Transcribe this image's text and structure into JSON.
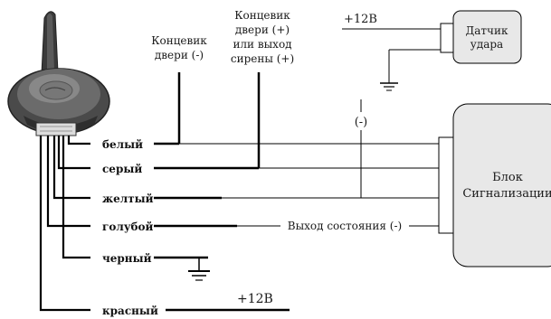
{
  "wires": [
    {
      "id": "white",
      "label": "белый"
    },
    {
      "id": "gray",
      "label": "серый"
    },
    {
      "id": "yellow",
      "label": "желтый"
    },
    {
      "id": "blue",
      "label": "голубой"
    },
    {
      "id": "black",
      "label": "черный"
    },
    {
      "id": "red",
      "label": "красный"
    }
  ],
  "labels": {
    "door_switch_minus": [
      "Концевик",
      "двери (-)"
    ],
    "door_switch_plus_or_siren": [
      "Концевик",
      "двери (+)",
      "или выход",
      "сирены (+)"
    ],
    "plus12_top": "+12В",
    "plus12_bottom": "+12В",
    "minus_marker": "(-)",
    "status_output": "Выход состояния (-)",
    "shock_sensor": [
      "Датчик",
      "удара"
    ],
    "alarm_unit": [
      "Блок",
      "Сигнализации"
    ]
  }
}
